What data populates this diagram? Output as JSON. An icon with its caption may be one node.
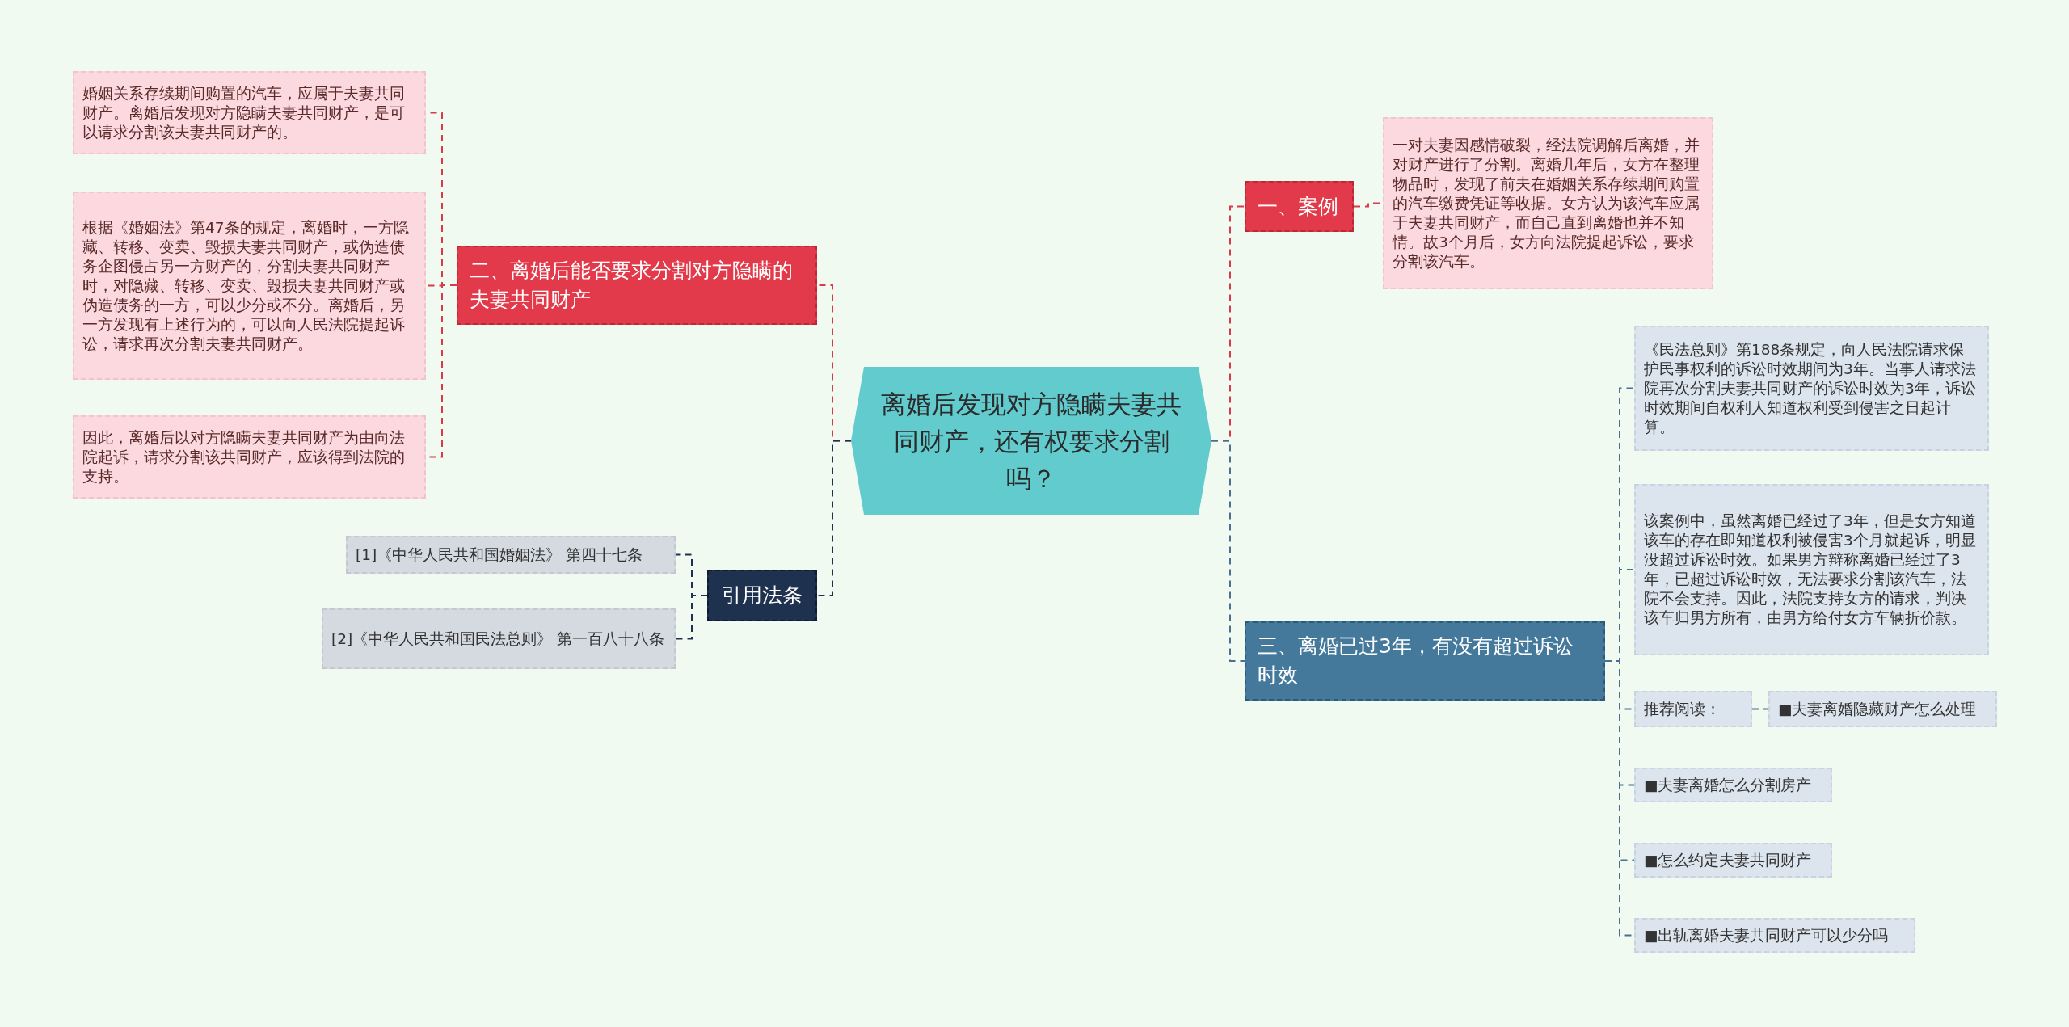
{
  "diagram": {
    "nodes": [
      {
        "text": [
          "离婚后发现对方隐瞒夫妻共同财产，还有权要求分割吗？"
        ]
      },
      {
        "text": [
          "一、案例"
        ]
      },
      {
        "text": [
          "一对夫妻因感情破裂，经法院调解后离婚，并对财产进行了分割。离婚几年后，女方在整理物品时，发现了前夫在婚姻关系存续期间购置的汽车缴费凭证等收据。女方认为该汽车应属于夫妻共同财产，而自己直到离婚也并不知情。故3个月后，女方向法院提起诉讼，要求分割该汽车。"
        ]
      },
      {
        "text": [
          "二、离婚后能否要求分割对方隐瞒的夫妻共同财产"
        ]
      },
      {
        "text": [
          "婚姻关系存续期间购置的汽车，应属于夫妻共同财产。离婚后发现对方隐瞒夫妻共同财产，是可以请求分割该夫妻共同财产的。"
        ]
      },
      {
        "text": [
          "根据《婚姻法》第47条的规定，离婚时，一方隐藏、转移、变卖、毁损夫妻共同财产，或伪造债务企图侵占另一方财产的，分割夫妻共同财产时，对隐藏、转移、变卖、毁损夫妻共同财产或伪造债务的一方，可以少分或不分。离婚后，另一方发现有上述行为的，可以向人民法院提起诉讼，请求再次分割夫妻共同财产。"
        ]
      },
      {
        "text": [
          "因此，离婚后以对方隐瞒夫妻共同财产为由向法院起诉，请求分割该共同财产，应该得到法院的支持。"
        ]
      },
      {
        "text": [
          "引用法条"
        ]
      },
      {
        "text": [
          "[1]《中华人民共和国婚姻法》 第四十七条"
        ]
      },
      {
        "text": [
          "[2]《中华人民共和国民法总则》 第一百八十八条"
        ]
      },
      {
        "text": [
          "三、离婚已过3年，有没有超过诉讼时效"
        ]
      },
      {
        "text": [
          "《民法总则》第188条规定，向人民法院请求保护民事权利的诉讼时效期间为3年。当事人请求法院再次分割夫妻共同财产的诉讼时效为3年，诉讼时效期间自权利人知道权利受到侵害之日起计算。"
        ]
      },
      {
        "text": [
          "该案例中，虽然离婚已经过了3年，但是女方知道该车的存在即知道权利被侵害3个月就起诉，明显没超过诉讼时效。如果男方辩称离婚已经过了3年，已超过诉讼时效，无法要求分割该汽车，法院不会支持。因此，法院支持女方的请求，判决该车归男方所有，由男方给付女方车辆折价款。"
        ]
      },
      {
        "text": [
          "推荐阅读："
        ]
      },
      {
        "text": [
          "■夫妻离婚隐藏财产怎么处理"
        ]
      },
      {
        "text": [
          "■夫妻离婚怎么分割房产"
        ]
      },
      {
        "text": [
          "■怎么约定夫妻共同财产"
        ]
      },
      {
        "text": [
          "■出轨离婚夫妻共同财产可以少分吗"
        ]
      }
    ],
    "edges": [
      {
        "from": 0,
        "to": 1,
        "arrow": "none",
        "style": "dashed",
        "color": "#d9394b"
      },
      {
        "from": 1,
        "to": 2,
        "arrow": "none",
        "style": "dashed",
        "color": "#d9394b"
      },
      {
        "from": 0,
        "to": 3,
        "arrow": "none",
        "style": "dashed",
        "color": "#d9394b"
      },
      {
        "from": 3,
        "to": 4,
        "arrow": "none",
        "style": "dashed",
        "color": "#d9394b"
      },
      {
        "from": 3,
        "to": 5,
        "arrow": "none",
        "style": "dashed",
        "color": "#d9394b"
      },
      {
        "from": 3,
        "to": 6,
        "arrow": "none",
        "style": "dashed",
        "color": "#d9394b"
      },
      {
        "from": 0,
        "to": 7,
        "arrow": "none",
        "style": "dashed",
        "color": "#1e3250"
      },
      {
        "from": 7,
        "to": 8,
        "arrow": "none",
        "style": "dashed",
        "color": "#1e3250"
      },
      {
        "from": 7,
        "to": 9,
        "arrow": "none",
        "style": "dashed",
        "color": "#1e3250"
      },
      {
        "from": 0,
        "to": 10,
        "arrow": "none",
        "style": "dashed"
      },
      {
        "from": 10,
        "to": 11,
        "arrow": "none",
        "style": "dashed"
      },
      {
        "from": 10,
        "to": 12,
        "arrow": "none",
        "style": "dashed"
      },
      {
        "from": 10,
        "to": 13,
        "arrow": "none",
        "style": "dashed"
      },
      {
        "from": 13,
        "to": 14,
        "arrow": "none",
        "style": "dashed"
      },
      {
        "from": 10,
        "to": 15,
        "arrow": "none",
        "style": "dashed"
      },
      {
        "from": 10,
        "to": 16,
        "arrow": "none",
        "style": "dashed"
      },
      {
        "from": 10,
        "to": 17,
        "arrow": "none",
        "style": "dashed"
      }
    ]
  }
}
